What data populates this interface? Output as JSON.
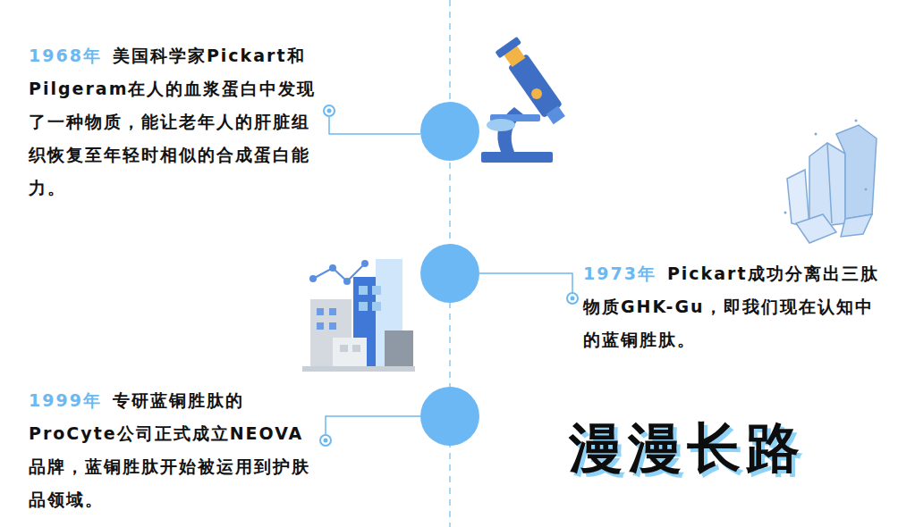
{
  "diagram": {
    "title": "漫漫长路",
    "labels": [
      "1968年",
      "美国科学家Pickart和Pilgeram在人的血浆蛋白中发现了一种物质，能让老年人的肝脏组织恢复至年轻时相似的合成蛋白能力。",
      "1973年",
      "Pickart成功分离出三肽物质GHK-Gu，即我们现在认知中的蓝铜胜肽。",
      "1999年",
      "专研蓝铜胜肽的ProCyte公司正式成立NEOVA品牌，蓝铜胜肽开始被运用到护肤品领域。"
    ]
  }
}
